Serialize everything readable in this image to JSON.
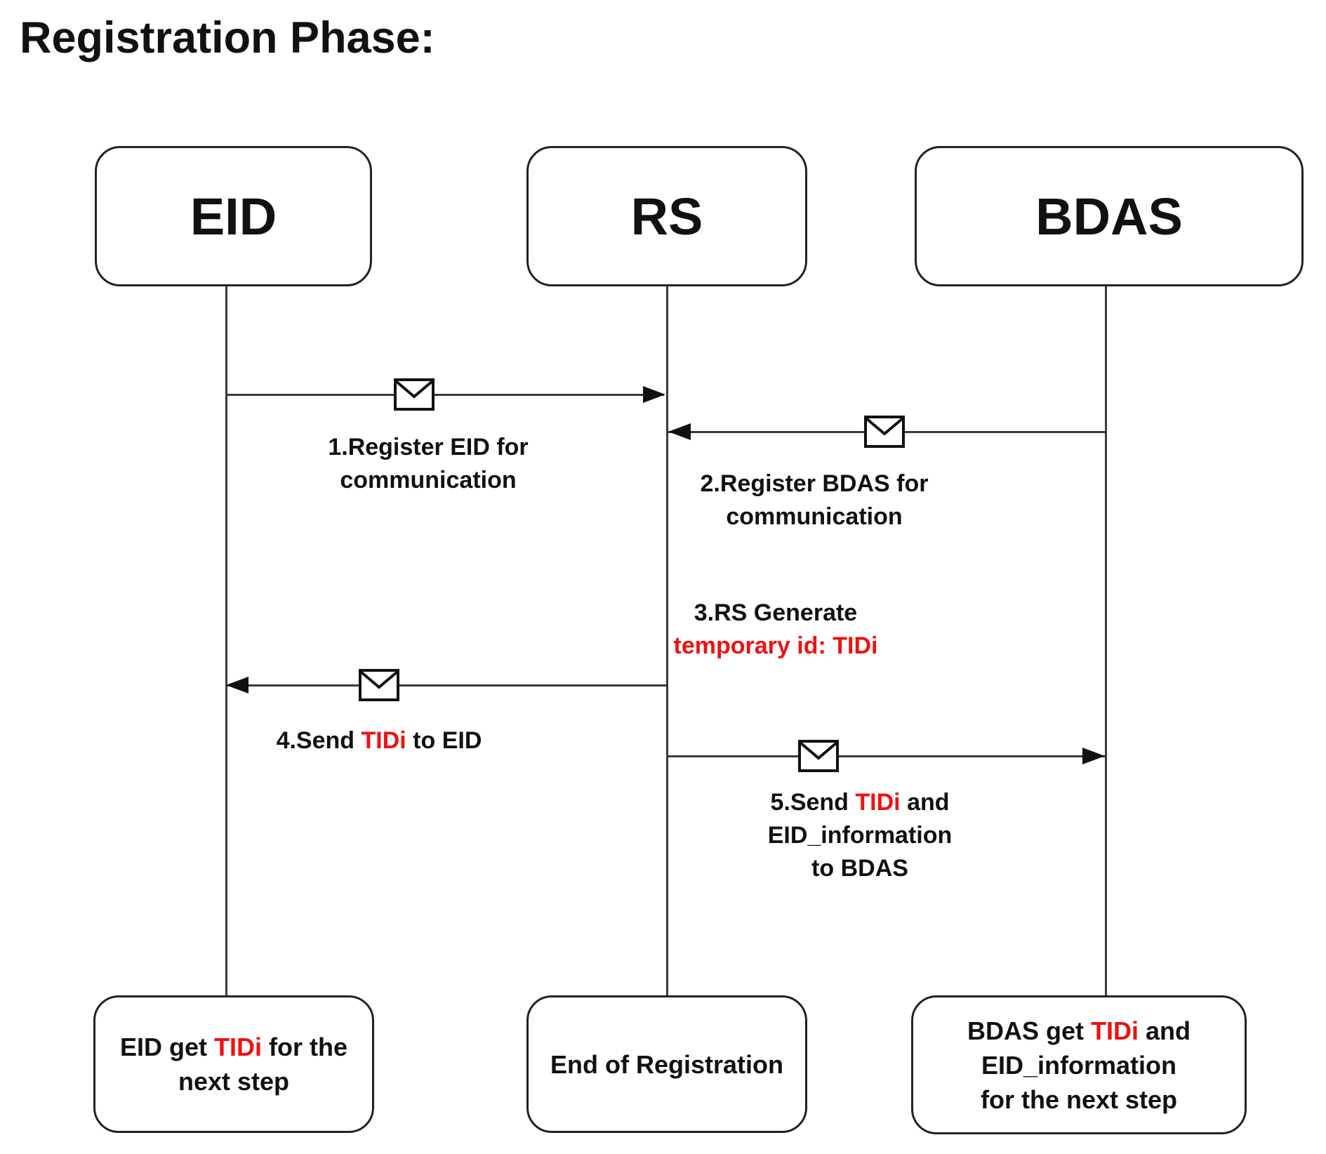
{
  "title": "Registration Phase:",
  "colors": {
    "highlight_red": "#ee1111",
    "line": "#3a3a3a",
    "text": "#111111"
  },
  "actors": {
    "eid": "EID",
    "rs": "RS",
    "bdas": "BDAS"
  },
  "messages": {
    "m1": {
      "line1": "1.Register EID for",
      "line2": "communication"
    },
    "m2": {
      "line1": "2.Register BDAS for",
      "line2": "communication"
    },
    "m3": {
      "line1": "3.RS Generate",
      "line2": "temporary id: TIDi"
    },
    "m4": {
      "pre": "4.Send ",
      "tid": "TIDi",
      "post": " to EID"
    },
    "m5": {
      "pre": "5.Send ",
      "tid": "TIDi",
      "post": " and",
      "line2": "EID_information",
      "line3": "to BDAS"
    }
  },
  "end_states": {
    "eid": {
      "pre": "EID get ",
      "tid": "TIDi",
      "post": " for the",
      "line2": "next step"
    },
    "rs": {
      "line1": "End of Registration"
    },
    "bdas": {
      "pre": "BDAS get ",
      "tid": "TIDi",
      "post": " and",
      "line2": "EID_information",
      "line3": "for the next step"
    }
  }
}
